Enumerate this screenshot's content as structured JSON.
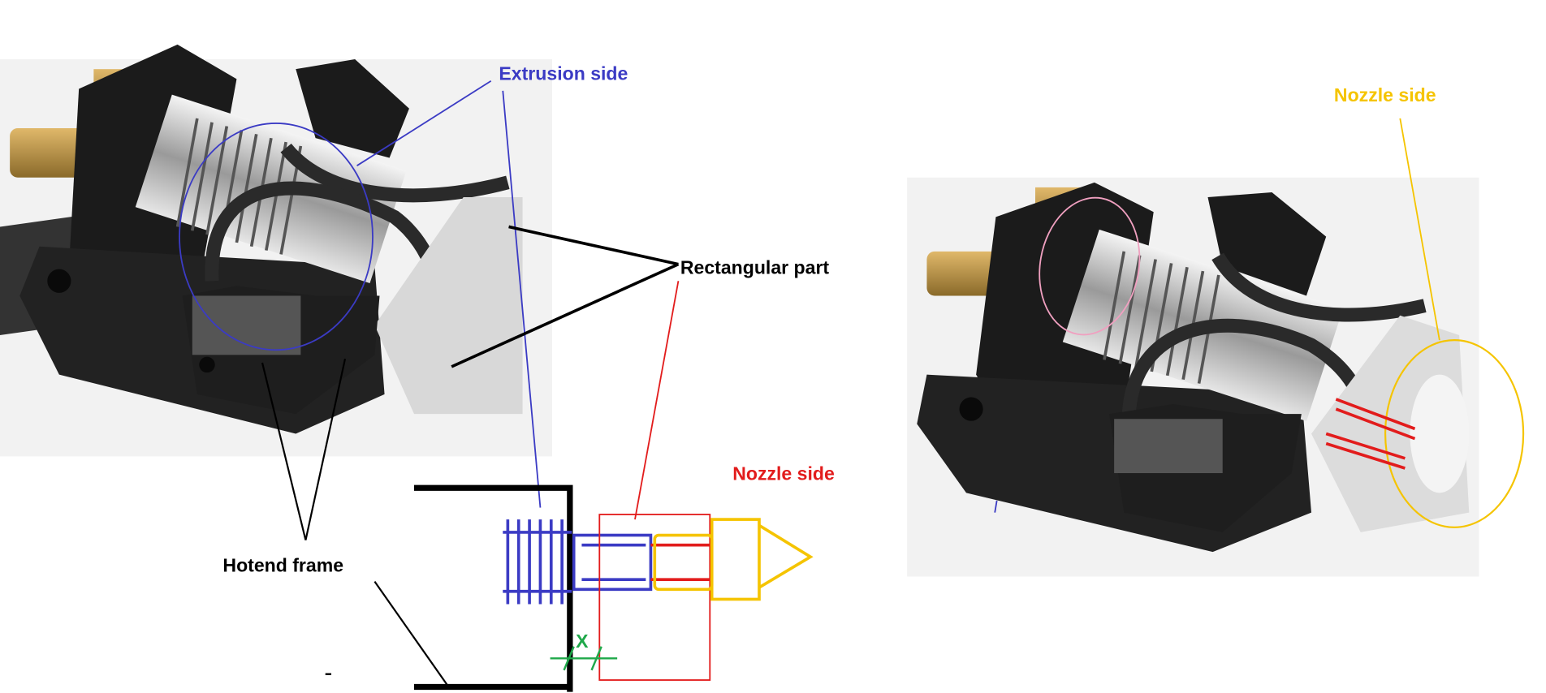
{
  "labels": {
    "extrusion_side": "Extrusion side",
    "rectangular_part": "Rectangular part",
    "nozzle_side_red": "Nozzle side",
    "hotend_frame": "Hotend frame",
    "gap_x": "X",
    "nozzle_side_yellow": "Nozzle side"
  },
  "colors": {
    "extrusion": "#3b3bc4",
    "nozzle_red": "#e21c1c",
    "nozzle_yellow": "#f5c400",
    "gap": "#1fa84a",
    "frame": "#000000",
    "pink_marker": "#f0a0c0"
  }
}
